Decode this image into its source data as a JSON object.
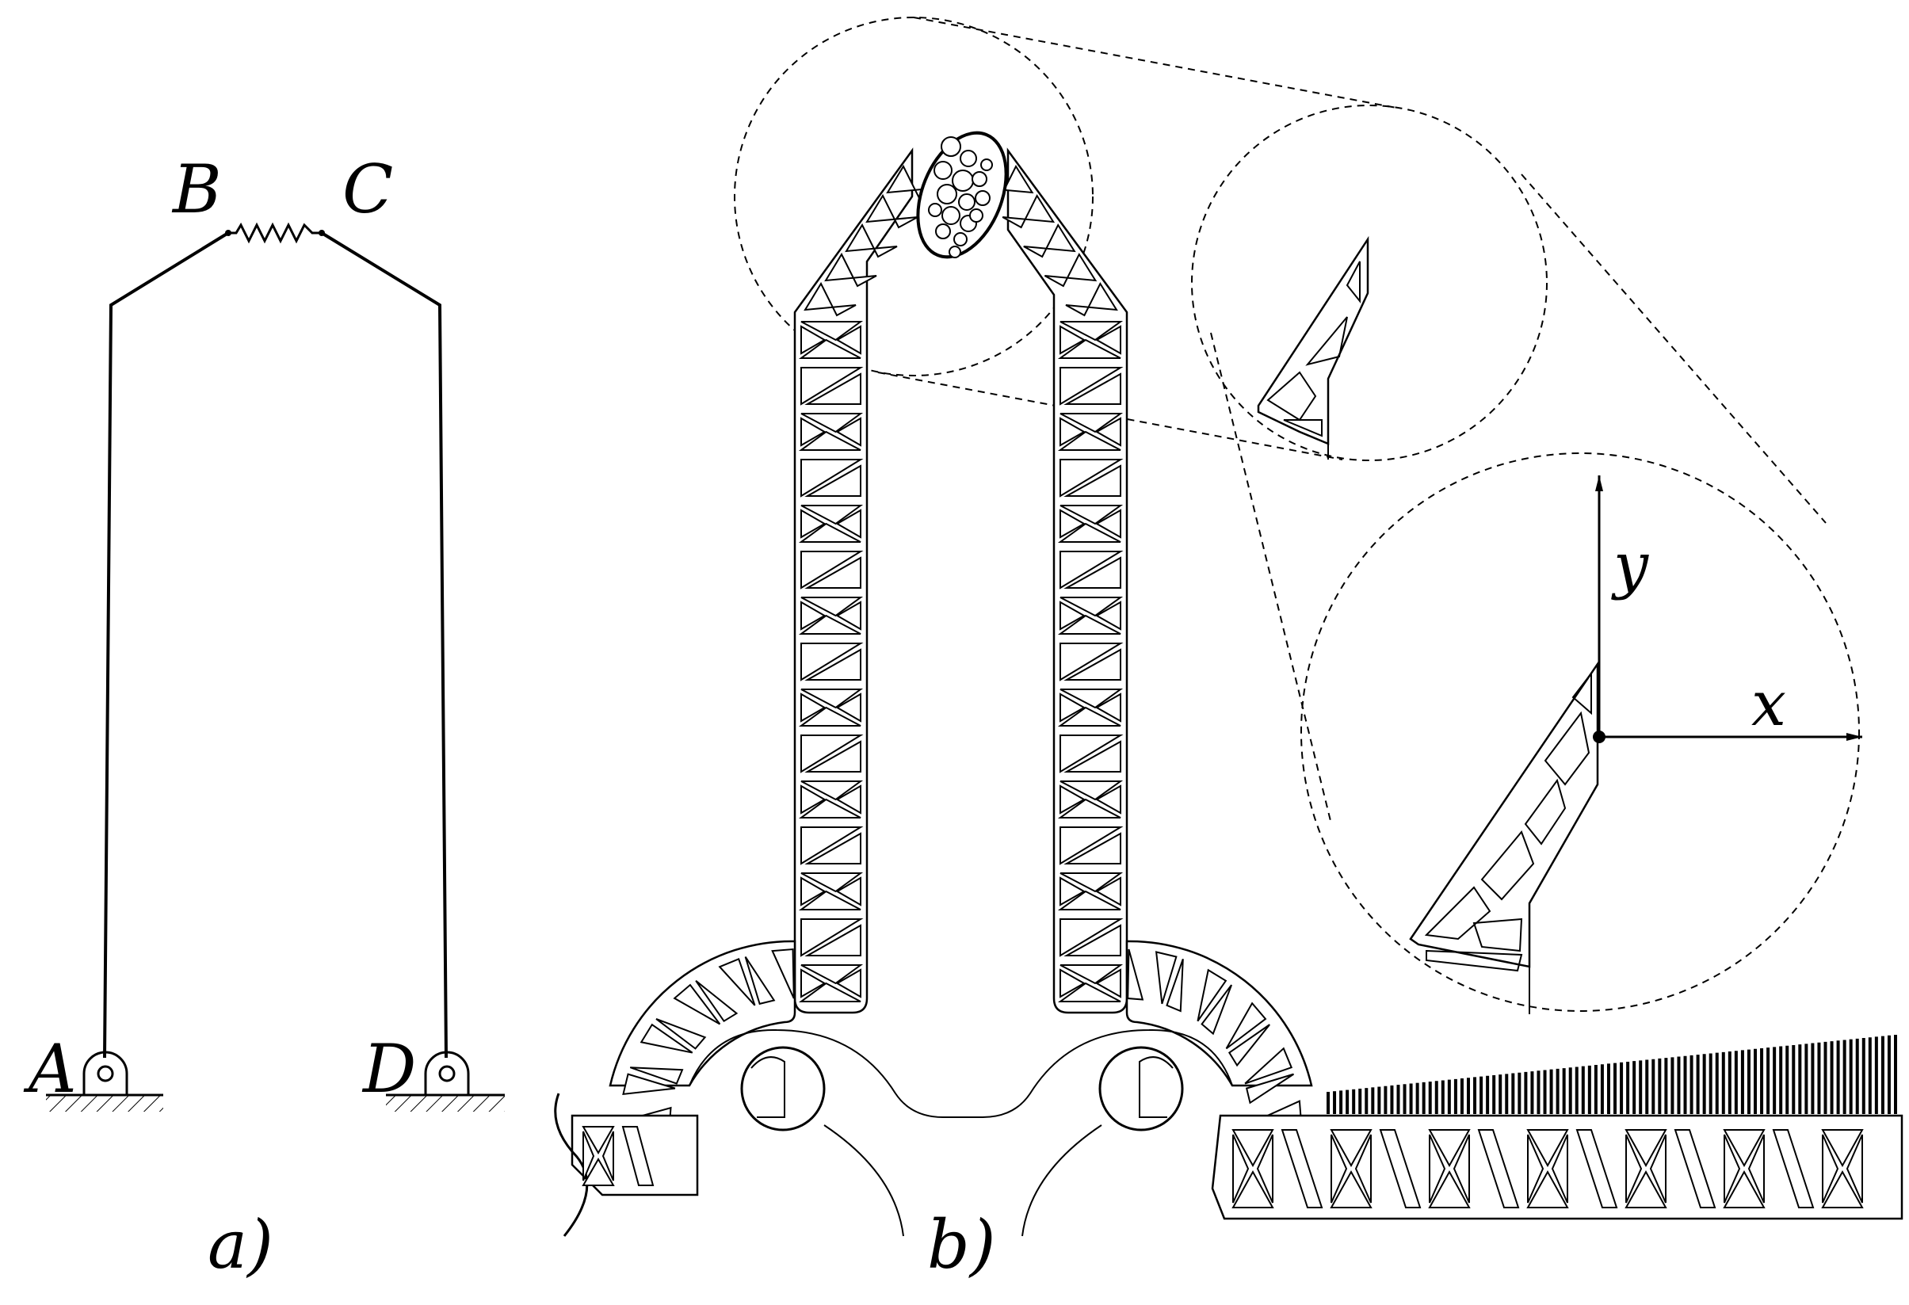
{
  "labels": {
    "point_a": "A",
    "point_b": "B",
    "point_c": "C",
    "point_d": "D",
    "panel_a": "a)",
    "panel_b": "b)",
    "axis_x": "x",
    "axis_y": "y"
  },
  "colors": {
    "ink": "#000000",
    "background": "#ffffff"
  }
}
